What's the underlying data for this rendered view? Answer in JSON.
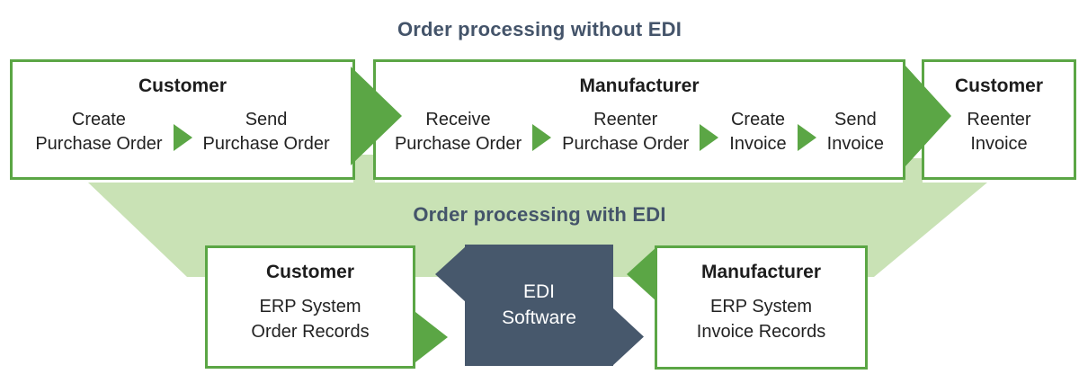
{
  "titles": {
    "without_edi": "Order processing without EDI",
    "with_edi": "Order processing with EDI"
  },
  "colors": {
    "green": "#5BA645",
    "light_green": "#C9E2B5",
    "dark_slate": "#47586C",
    "heading_text": "#44546A",
    "body_text": "#222222"
  },
  "icons": {
    "step_arrow": "right-triangle",
    "flow_arrow": "right-triangle-large",
    "edi_in_arrow": "left-triangle",
    "edi_out_arrow": "right-triangle"
  },
  "top_row": {
    "boxes": [
      {
        "title": "Customer",
        "steps": [
          "Create\nPurchase Order",
          "Send\nPurchase Order"
        ]
      },
      {
        "title": "Manufacturer",
        "steps": [
          "Receive\nPurchase Order",
          "Reenter\nPurchase Order",
          "Create\nInvoice",
          "Send\nInvoice"
        ]
      },
      {
        "title": "Customer",
        "steps": [
          "Reenter\nInvoice"
        ]
      }
    ]
  },
  "bottom_row": {
    "customer": {
      "title": "Customer",
      "body": "ERP System\nOrder Records"
    },
    "edi": {
      "label": "EDI\nSoftware"
    },
    "manufacturer": {
      "title": "Manufacturer",
      "body": "ERP System\nInvoice Records"
    }
  }
}
